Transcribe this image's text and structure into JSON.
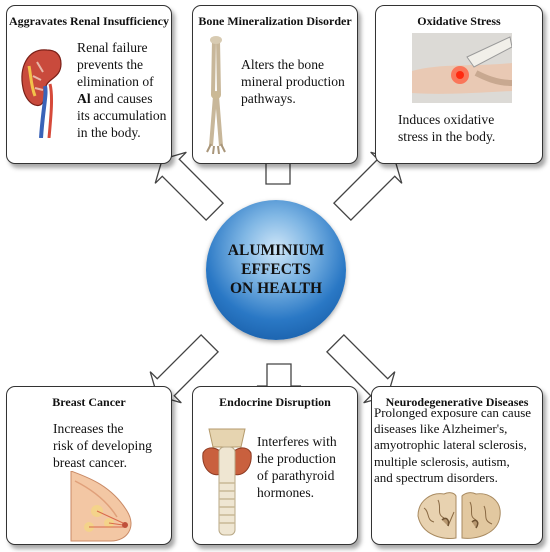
{
  "center": {
    "line1": "ALUMINIUM",
    "line2": "EFFECTS",
    "line3": "ON HEALTH"
  },
  "boxes": {
    "renal": {
      "title": "Aggravates Renal Insufficiency",
      "lines": [
        "Renal failure",
        "prevents the",
        "elimination of",
        "Al",
        "and causes",
        "its accumulation",
        "in the body."
      ],
      "icon": "kidney-icon"
    },
    "bone": {
      "title": "Bone Mineralization Disorder",
      "lines": [
        "Alters the bone",
        "mineral production",
        "pathways."
      ],
      "icon": "bone-icon"
    },
    "oxidative": {
      "title": "Oxidative Stress",
      "lines": [
        "Induces oxidative",
        "stress in the body."
      ],
      "icon": "injection-photo-icon"
    },
    "breast": {
      "title": "Breast Cancer",
      "lines": [
        "Increases the",
        "risk of developing",
        "breast cancer."
      ],
      "icon": "breast-anatomy-icon"
    },
    "endocrine": {
      "title": "Endocrine Disruption",
      "lines": [
        "Interferes with",
        "the production",
        "of parathyroid",
        "hormones."
      ],
      "icon": "thyroid-icon"
    },
    "neuro": {
      "title": "Neurodegenerative Diseases",
      "lines": [
        "Prolonged exposure can cause",
        "diseases like Alzheimer's,",
        "amyotrophic lateral sclerosis,",
        "multiple sclerosis, autism,",
        "and spectrum disorders."
      ],
      "icon": "brain-icon"
    }
  },
  "colors": {
    "circle_dark": "#0e4f98",
    "circle_light": "#cfe6f8",
    "border": "#333333"
  }
}
